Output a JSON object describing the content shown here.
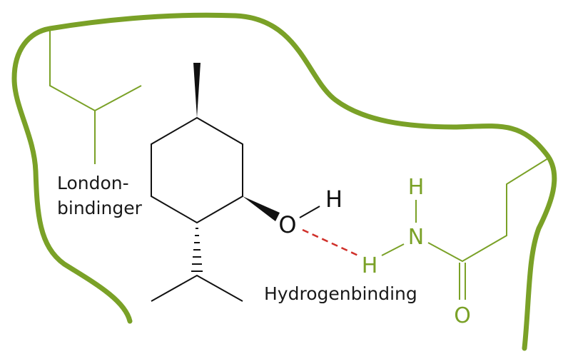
{
  "labels": {
    "london_line1": "London-",
    "london_line2": "bindinger",
    "hydrogen": "Hydrogenbinding"
  },
  "atoms": {
    "menthol_O": "O",
    "menthol_H": "H",
    "amide_N": "N",
    "amide_H_top": "H",
    "amide_H_bond": "H",
    "amide_O": "O"
  },
  "colors": {
    "protein": "#7aa127",
    "molecule": "#111111",
    "hbond": "#d0302a"
  }
}
